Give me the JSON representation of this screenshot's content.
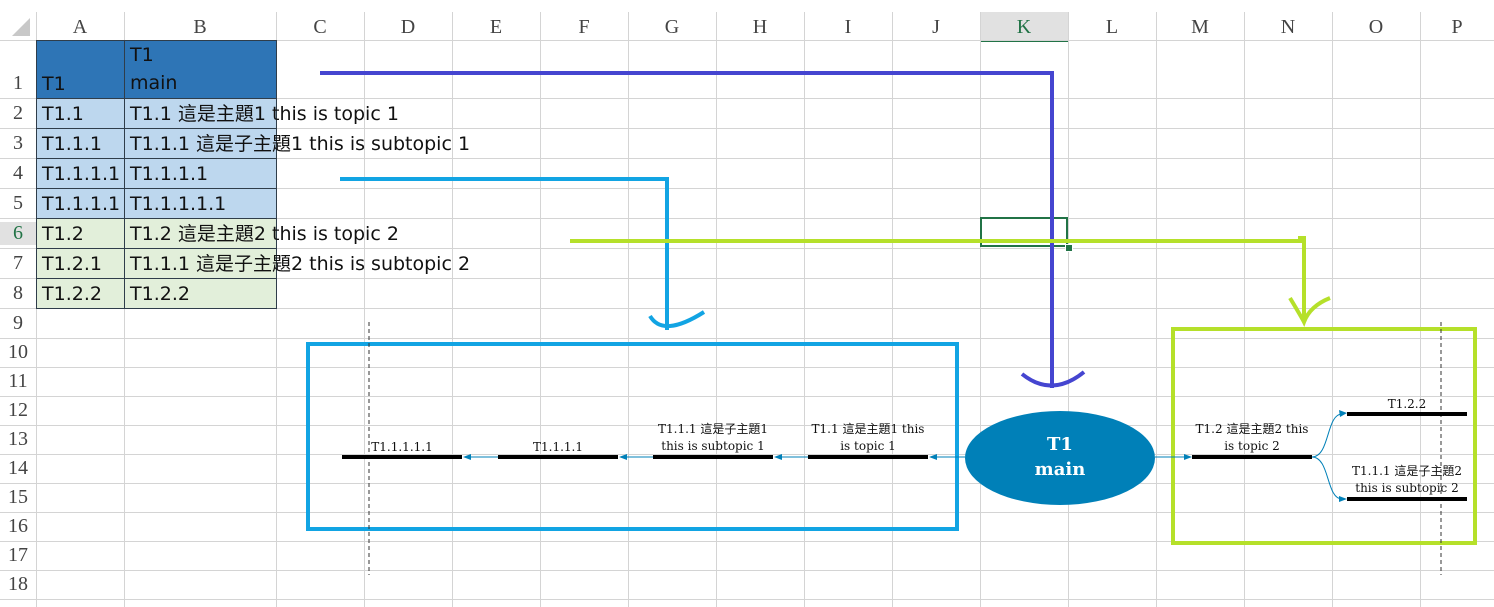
{
  "columns": [
    "A",
    "B",
    "C",
    "D",
    "E",
    "F",
    "G",
    "H",
    "I",
    "J",
    "K",
    "L",
    "M",
    "N",
    "O",
    "P"
  ],
  "rows": [
    "1",
    "2",
    "3",
    "4",
    "5",
    "6",
    "7",
    "8",
    "9",
    "10",
    "11",
    "12",
    "13",
    "14",
    "15",
    "16",
    "17",
    "18"
  ],
  "selected_column": "K",
  "selected_row": "6",
  "table": {
    "header": {
      "a": "T1",
      "b_line1": "T1",
      "b_line2": "main"
    },
    "rows": [
      {
        "a": "T1.1",
        "b": "T1.1 這是主題1 this is topic 1"
      },
      {
        "a": "T1.1.1",
        "b": "T1.1.1 這是子主題1 this is subtopic 1"
      },
      {
        "a": "T1.1.1.1",
        "b": "T1.1.1.1"
      },
      {
        "a": "T1.1.1.1",
        "b": "T1.1.1.1.1"
      },
      {
        "a": "T1.2",
        "b": "T1.2 這是主題2 this is topic 2"
      },
      {
        "a": "T1.2.1",
        "b": "T1.1.1 這是子主題2 this is subtopic 2"
      },
      {
        "a": "T1.2.2",
        "b": "T1.2.2"
      }
    ]
  },
  "diagram": {
    "center_line1": "T1",
    "center_line2": "main",
    "left_nodes": [
      {
        "line1": "T1.1.1.1.1",
        "line2": ""
      },
      {
        "line1": "T1.1.1.1",
        "line2": ""
      },
      {
        "line1": "T1.1.1 這是子主題1",
        "line2": "this is subtopic 1"
      },
      {
        "line1": "T1.1 這是主題1 this",
        "line2": "is topic 1"
      }
    ],
    "right_topic": {
      "line1": "T1.2 這是主題2 this",
      "line2": "is topic 2"
    },
    "right_upper": {
      "line1": "T1.2.2",
      "line2": ""
    },
    "right_lower": {
      "line1": "T1.1.1 這是子主題2",
      "line2": "this is subtopic 2"
    }
  },
  "colors": {
    "header_fill": "#2e75b6",
    "topic1_fill": "#bdd7ee",
    "topic2_fill": "#e2efda",
    "ellipse": "#0080b8",
    "arrow_main": "#4545d0",
    "arrow_topic1": "#12a4e3",
    "arrow_topic2": "#b5e02a",
    "selection": "#217346"
  }
}
